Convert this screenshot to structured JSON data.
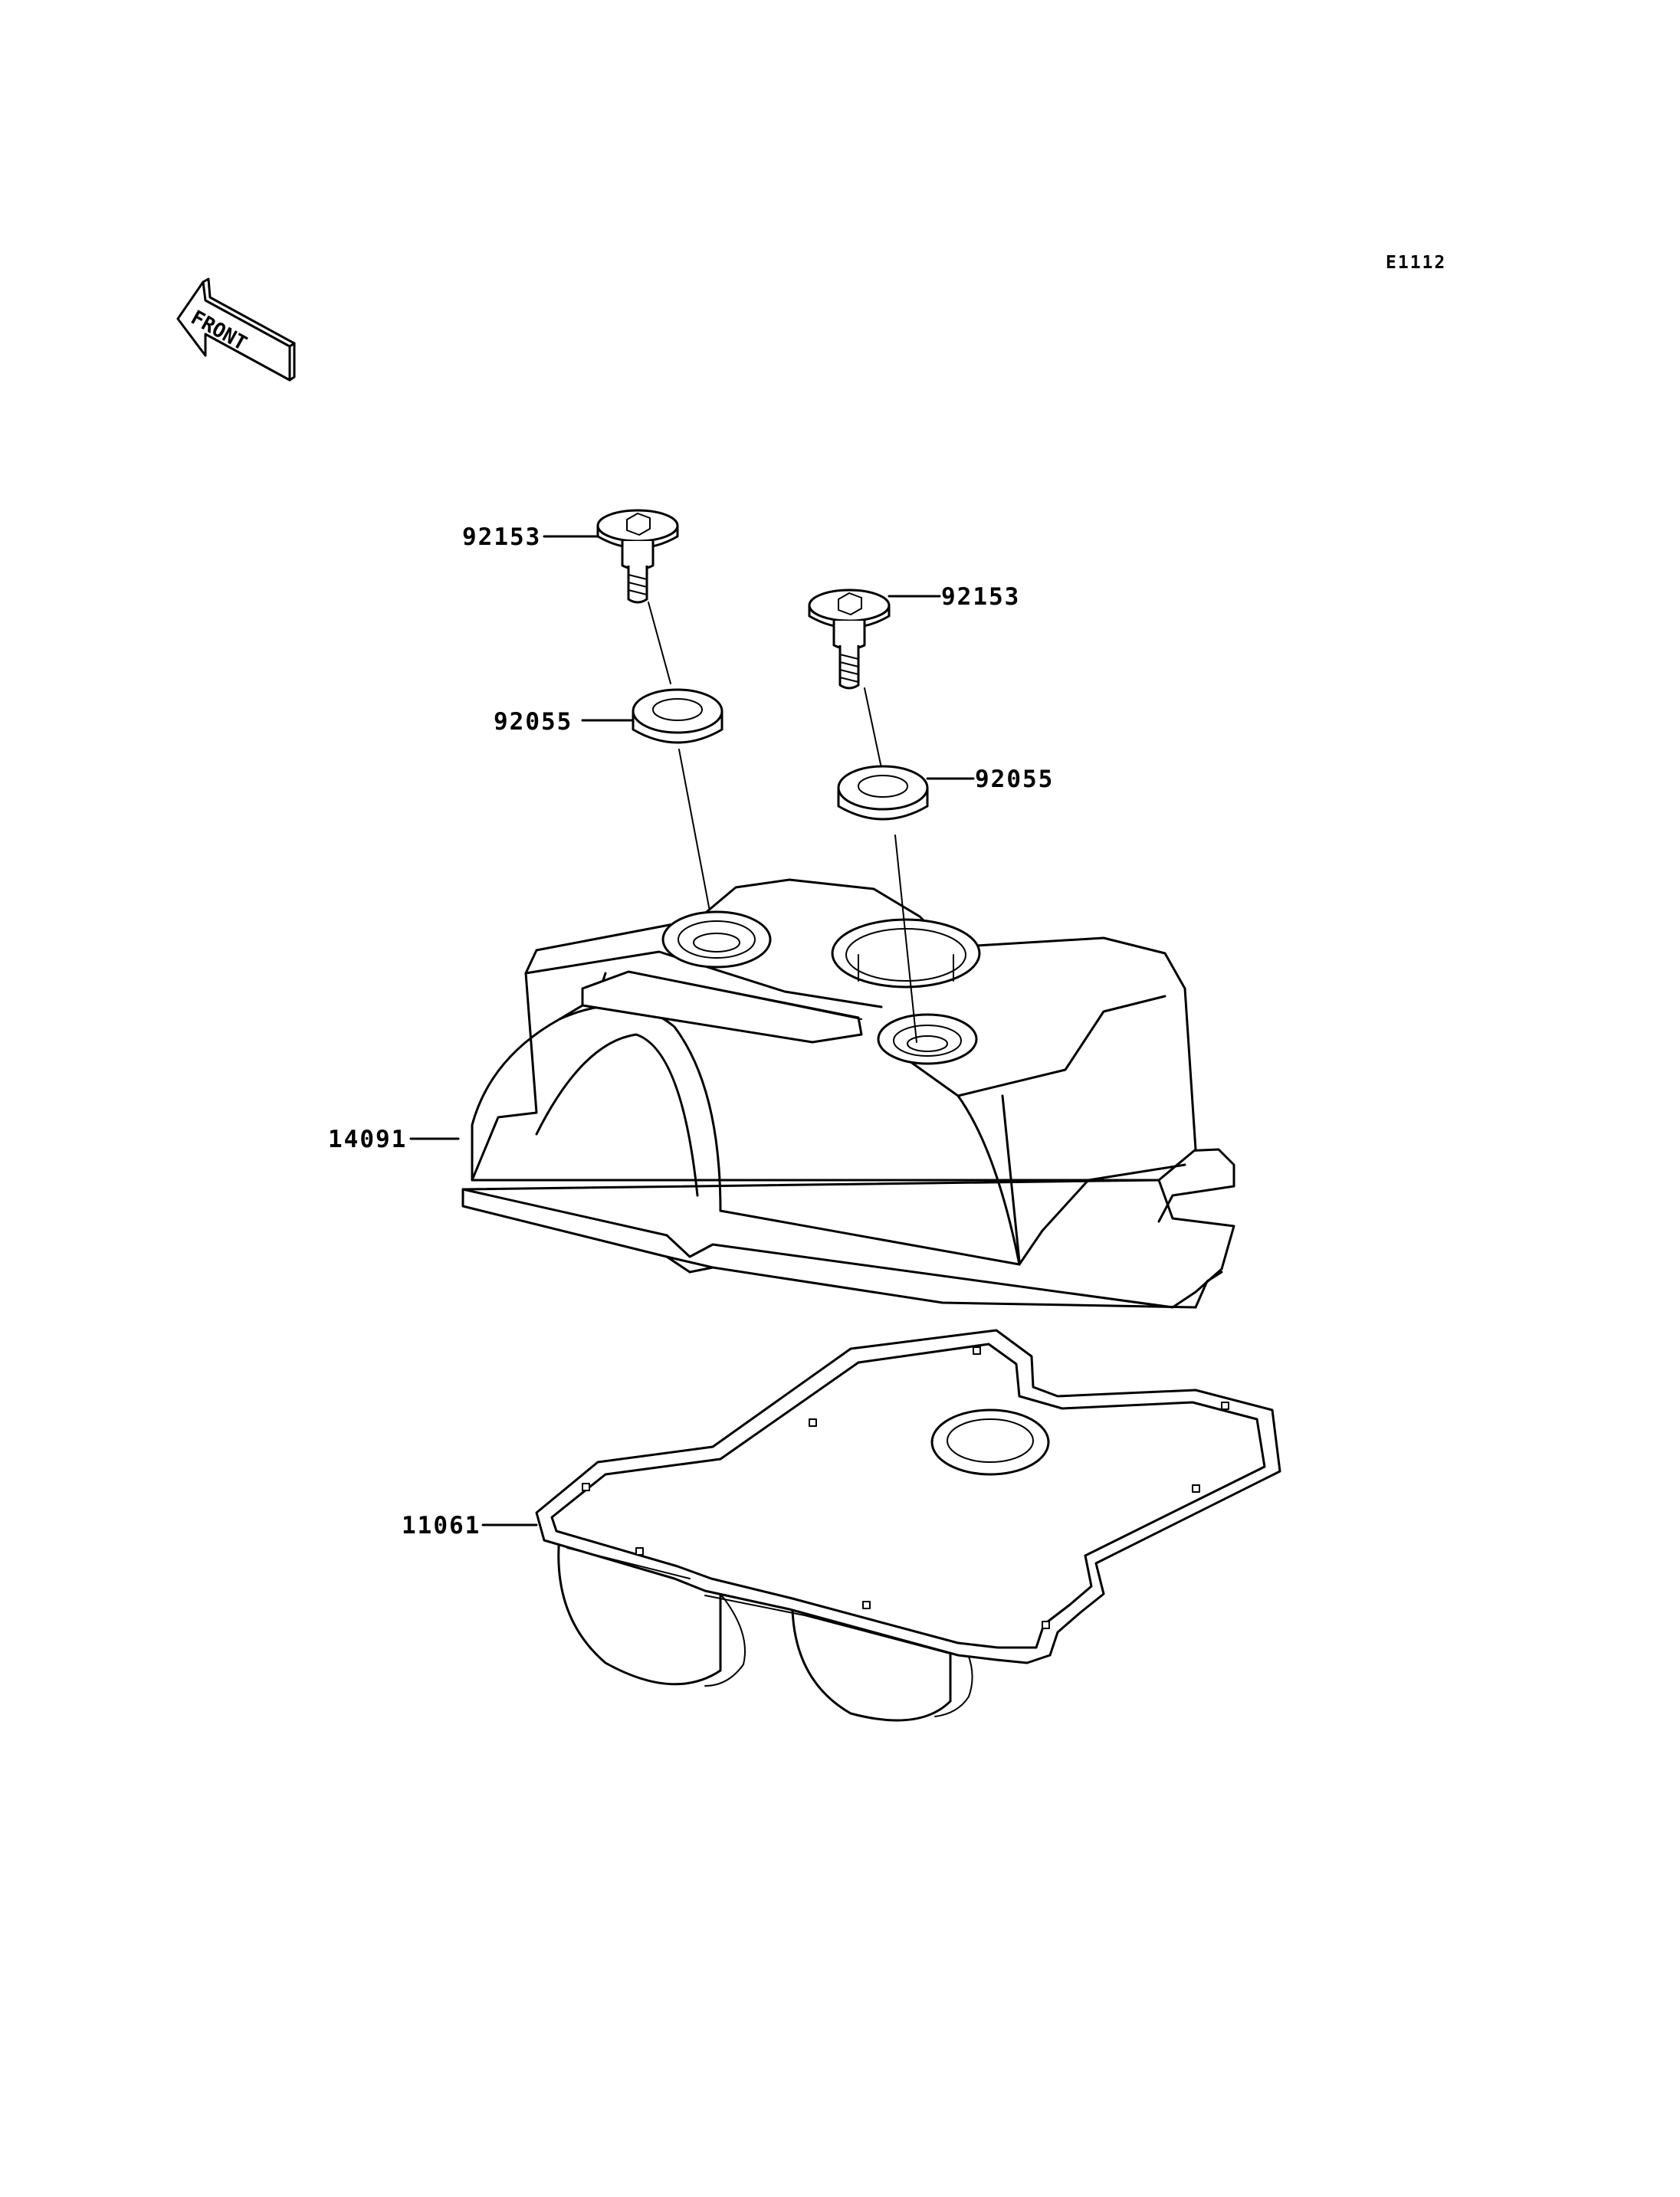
{
  "diagram_code": "E1112",
  "front_arrow": {
    "label": "FRONT",
    "icon": "front-arrow-icon"
  },
  "parts": [
    {
      "id": "bolt_left",
      "number": "92153"
    },
    {
      "id": "bolt_right",
      "number": "92153"
    },
    {
      "id": "grommet_left",
      "number": "92055"
    },
    {
      "id": "grommet_right",
      "number": "92055"
    },
    {
      "id": "cylinder_head_cover",
      "number": "14091"
    },
    {
      "id": "cover_gasket",
      "number": "11061"
    }
  ]
}
